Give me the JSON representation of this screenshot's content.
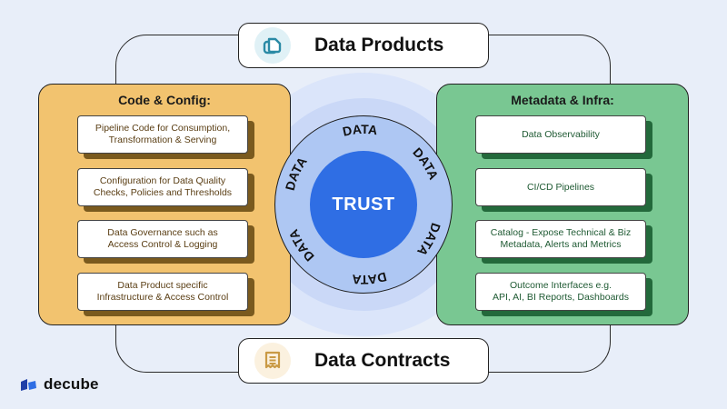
{
  "top_label": {
    "text": "Data Products",
    "icon": "stacked-pages-icon",
    "icon_color": "#2a8aa5"
  },
  "bottom_label": {
    "text": "Data Contracts",
    "icon": "receipt-icon",
    "icon_color": "#c99a45"
  },
  "left_panel": {
    "title": "Code & Config:",
    "color": "#f2c36f",
    "items": [
      "Pipeline Code for Consumption,\nTransformation & Serving",
      "Configuration for Data Quality\nChecks, Policies and Thresholds",
      "Data Governance such as\nAccess Control & Logging",
      "Data Product specific\nInfrastructure & Access Control"
    ]
  },
  "right_panel": {
    "title": "Metadata & Infra:",
    "color": "#79c792",
    "items": [
      "Data Observability",
      "CI/CD Pipelines",
      "Catalog - Expose Technical & Biz\nMetadata, Alerts and Metrics",
      "Outcome Interfaces e.g.\nAPI, AI, BI Reports, Dashboards"
    ]
  },
  "center": {
    "core_label": "TRUST",
    "ring_labels": [
      "DATA",
      "DATA",
      "DATA",
      "DATA",
      "DATA",
      "DATA"
    ],
    "core_color": "#2f6ee4"
  },
  "brand": {
    "name": "decube"
  }
}
